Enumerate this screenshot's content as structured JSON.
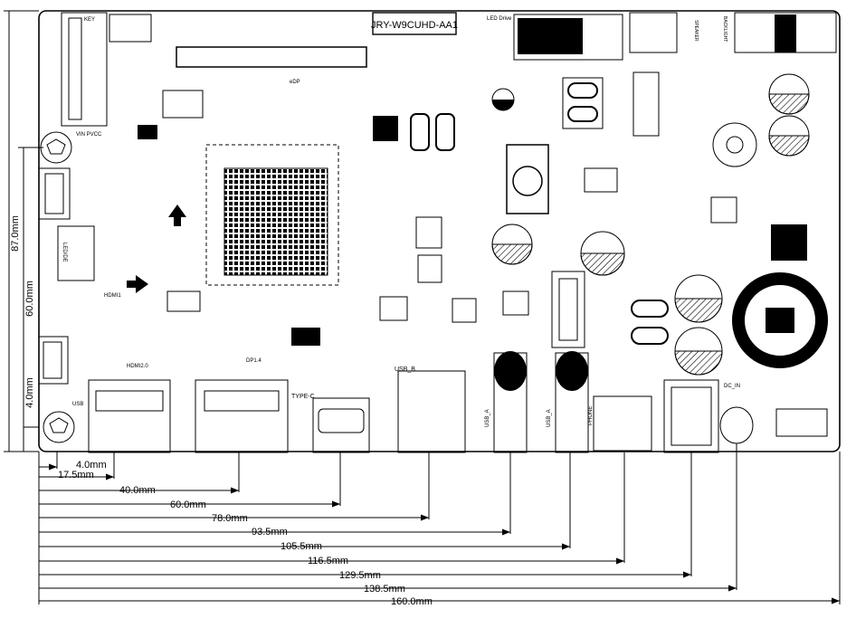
{
  "board": {
    "title": "JRY-W9CUHD-AA1",
    "labels": {
      "key": "KEY",
      "vin_pvcc": "VIN PVCC",
      "led_drive": "LED Drive",
      "speaker": "SPEAKER",
      "backlight": "BACKLIGHT",
      "hdmi1": "HDMI1",
      "hdmi2": "HDMI2.0",
      "dp": "DP1.4",
      "type_c": "TYPE-C",
      "usb_b": "USB_B",
      "usb_a1": "USB_A",
      "usb_a2": "USB_A",
      "phone": "PHONE",
      "dc_in": "DC_IN",
      "usb": "USB",
      "edp": "eDP",
      "lvds": "LED/DE"
    }
  },
  "dimensions": {
    "vertical": [
      {
        "label": "87.0mm"
      },
      {
        "label": "60.0mm"
      },
      {
        "label": "4.0mm"
      }
    ],
    "horizontal": [
      {
        "label": "4.0mm"
      },
      {
        "label": "17.5mm"
      },
      {
        "label": "40.0mm"
      },
      {
        "label": "60.0mm"
      },
      {
        "label": "78.0mm"
      },
      {
        "label": "93.5mm"
      },
      {
        "label": "105.5mm"
      },
      {
        "label": "116.5mm"
      },
      {
        "label": "129.5mm"
      },
      {
        "label": "138.5mm"
      },
      {
        "label": "160.0mm"
      }
    ]
  },
  "icons": [
    "mounting-hole-icon",
    "electrolytic-capacitor-icon",
    "bga-chip-icon",
    "toroid-inductor-icon",
    "arrow-icon"
  ]
}
